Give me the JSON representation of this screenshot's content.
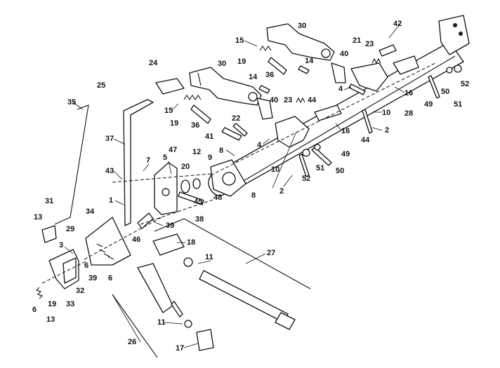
{
  "diagram": {
    "callouts": [
      {
        "id": "c01",
        "text": "1"
      },
      {
        "id": "c02",
        "text": "2"
      },
      {
        "id": "c03",
        "text": "2"
      },
      {
        "id": "c04",
        "text": "3"
      },
      {
        "id": "c05",
        "text": "4"
      },
      {
        "id": "c06",
        "text": "4"
      },
      {
        "id": "c07",
        "text": "5"
      },
      {
        "id": "c08",
        "text": "6"
      },
      {
        "id": "c09",
        "text": "6"
      },
      {
        "id": "c10",
        "text": "6"
      },
      {
        "id": "c11",
        "text": "7"
      },
      {
        "id": "c12",
        "text": "8"
      },
      {
        "id": "c13",
        "text": "8"
      },
      {
        "id": "c14",
        "text": "9"
      },
      {
        "id": "c15",
        "text": "10"
      },
      {
        "id": "c16",
        "text": "10"
      },
      {
        "id": "c17",
        "text": "11"
      },
      {
        "id": "c18",
        "text": "11"
      },
      {
        "id": "c19",
        "text": "12"
      },
      {
        "id": "c20",
        "text": "13"
      },
      {
        "id": "c21",
        "text": "13"
      },
      {
        "id": "c22",
        "text": "14"
      },
      {
        "id": "c23",
        "text": "14"
      },
      {
        "id": "c24",
        "text": "15"
      },
      {
        "id": "c25",
        "text": "15"
      },
      {
        "id": "c26",
        "text": "16"
      },
      {
        "id": "c27",
        "text": "16"
      },
      {
        "id": "c28",
        "text": "17"
      },
      {
        "id": "c29",
        "text": "18"
      },
      {
        "id": "c30",
        "text": "19"
      },
      {
        "id": "c31",
        "text": "19"
      },
      {
        "id": "c32",
        "text": "19"
      },
      {
        "id": "c33",
        "text": "20"
      },
      {
        "id": "c34",
        "text": "21"
      },
      {
        "id": "c35",
        "text": "22"
      },
      {
        "id": "c36",
        "text": "23"
      },
      {
        "id": "c37",
        "text": "23"
      },
      {
        "id": "c38",
        "text": "24"
      },
      {
        "id": "c39",
        "text": "25"
      },
      {
        "id": "c40",
        "text": "26"
      },
      {
        "id": "c41",
        "text": "27"
      },
      {
        "id": "c42",
        "text": "28"
      },
      {
        "id": "c43",
        "text": "29"
      },
      {
        "id": "c44",
        "text": "30"
      },
      {
        "id": "c45",
        "text": "30"
      },
      {
        "id": "c46",
        "text": "31"
      },
      {
        "id": "c47",
        "text": "32"
      },
      {
        "id": "c48",
        "text": "33"
      },
      {
        "id": "c49",
        "text": "34"
      },
      {
        "id": "c50",
        "text": "35"
      },
      {
        "id": "c51",
        "text": "36"
      },
      {
        "id": "c52",
        "text": "36"
      },
      {
        "id": "c53",
        "text": "37"
      },
      {
        "id": "c54",
        "text": "38"
      },
      {
        "id": "c55",
        "text": "39"
      },
      {
        "id": "c56",
        "text": "39"
      },
      {
        "id": "c57",
        "text": "40"
      },
      {
        "id": "c58",
        "text": "40"
      },
      {
        "id": "c59",
        "text": "41"
      },
      {
        "id": "c60",
        "text": "42"
      },
      {
        "id": "c61",
        "text": "43"
      },
      {
        "id": "c62",
        "text": "44"
      },
      {
        "id": "c63",
        "text": "44"
      },
      {
        "id": "c64",
        "text": "45"
      },
      {
        "id": "c65",
        "text": "46"
      },
      {
        "id": "c66",
        "text": "47"
      },
      {
        "id": "c67",
        "text": "48"
      },
      {
        "id": "c68",
        "text": "49"
      },
      {
        "id": "c69",
        "text": "49"
      },
      {
        "id": "c70",
        "text": "50"
      },
      {
        "id": "c71",
        "text": "50"
      },
      {
        "id": "c72",
        "text": "51"
      },
      {
        "id": "c73",
        "text": "51"
      },
      {
        "id": "c74",
        "text": "52"
      },
      {
        "id": "c75",
        "text": "52"
      }
    ]
  }
}
